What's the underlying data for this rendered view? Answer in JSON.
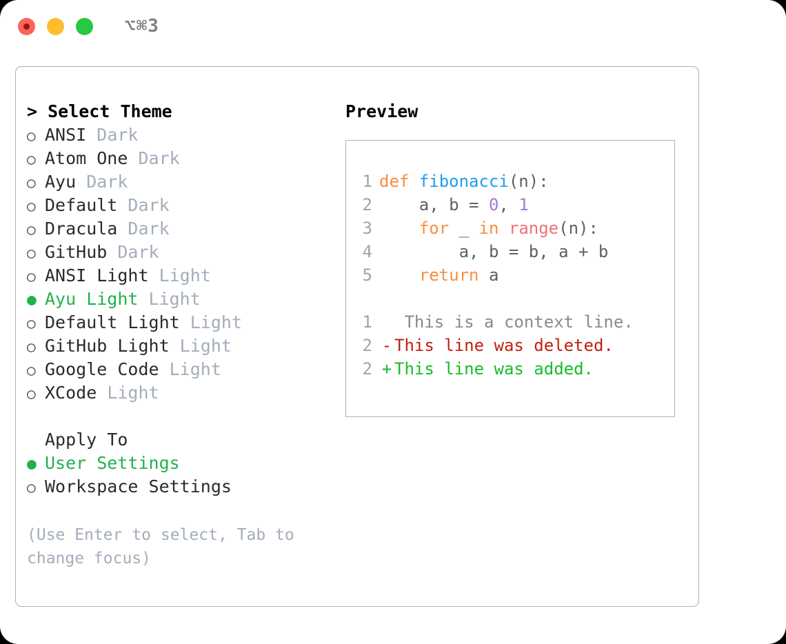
{
  "titlebar": {
    "shortcut": "⌥⌘3",
    "lights": [
      {
        "name": "close",
        "color": "#ff6159"
      },
      {
        "name": "minimize",
        "color": "#ffbd2e"
      },
      {
        "name": "maximize",
        "color": "#28c840"
      }
    ]
  },
  "theme_section": {
    "heading": "> Select Theme",
    "options": [
      {
        "bullet": "○",
        "name": "ANSI",
        "tag": "Dark",
        "selected": false
      },
      {
        "bullet": "○",
        "name": "Atom One",
        "tag": "Dark",
        "selected": false
      },
      {
        "bullet": "○",
        "name": "Ayu",
        "tag": "Dark",
        "selected": false
      },
      {
        "bullet": "○",
        "name": "Default",
        "tag": "Dark",
        "selected": false
      },
      {
        "bullet": "○",
        "name": "Dracula",
        "tag": "Dark",
        "selected": false
      },
      {
        "bullet": "○",
        "name": "GitHub",
        "tag": "Dark",
        "selected": false
      },
      {
        "bullet": "○",
        "name": "ANSI Light",
        "tag": "Light",
        "selected": false
      },
      {
        "bullet": "●",
        "name": "Ayu Light",
        "tag": "Light",
        "selected": true
      },
      {
        "bullet": "○",
        "name": "Default Light",
        "tag": "Light",
        "selected": false
      },
      {
        "bullet": "○",
        "name": "GitHub Light",
        "tag": "Light",
        "selected": false
      },
      {
        "bullet": "○",
        "name": "Google Code",
        "tag": "Light",
        "selected": false
      },
      {
        "bullet": "○",
        "name": "XCode",
        "tag": "Light",
        "selected": false
      }
    ]
  },
  "apply_section": {
    "heading": "Apply To",
    "options": [
      {
        "bullet": "●",
        "name": "User Settings",
        "selected": true
      },
      {
        "bullet": "○",
        "name": "Workspace Settings",
        "selected": false
      }
    ]
  },
  "hint": "(Use Enter to select, Tab to change focus)",
  "preview": {
    "label": "Preview",
    "code_lines": [
      {
        "lineno": "1",
        "tokens": [
          {
            "t": "def ",
            "c": "kw"
          },
          {
            "t": "fibonacci",
            "c": "fn"
          },
          {
            "t": "(n):",
            "c": "txt"
          }
        ]
      },
      {
        "lineno": "2",
        "tokens": [
          {
            "t": "    a, b = ",
            "c": "txt"
          },
          {
            "t": "0",
            "c": "num"
          },
          {
            "t": ", ",
            "c": "txt"
          },
          {
            "t": "1",
            "c": "num"
          }
        ]
      },
      {
        "lineno": "3",
        "tokens": [
          {
            "t": "    ",
            "c": "txt"
          },
          {
            "t": "for",
            "c": "kw"
          },
          {
            "t": " _ ",
            "c": "txt"
          },
          {
            "t": "in",
            "c": "kw"
          },
          {
            "t": " ",
            "c": "txt"
          },
          {
            "t": "range",
            "c": "call"
          },
          {
            "t": "(n):",
            "c": "txt"
          }
        ]
      },
      {
        "lineno": "4",
        "tokens": [
          {
            "t": "        a, b = b, a + b",
            "c": "txt"
          }
        ]
      },
      {
        "lineno": "5",
        "tokens": [
          {
            "t": "    ",
            "c": "txt"
          },
          {
            "t": "return",
            "c": "kw"
          },
          {
            "t": " a",
            "c": "txt"
          }
        ]
      }
    ],
    "diff_lines": [
      {
        "lineno": "1",
        "mark": " ",
        "text": " This is a context line.",
        "kind": "ctx"
      },
      {
        "lineno": "2",
        "mark": "-",
        "text": "This line was deleted.",
        "kind": "del"
      },
      {
        "lineno": "2",
        "mark": "+",
        "text": "This line was added.",
        "kind": "add"
      }
    ]
  },
  "colors": {
    "accent_green": "#22b14c",
    "muted": "#a3adba",
    "border": "#a6b0bd",
    "keyword": "#fa8d3e",
    "function": "#1f9cf0",
    "number": "#a37acc",
    "call": "#f07171",
    "diff_delete": "#c21f0f",
    "diff_add": "#15bd26"
  }
}
